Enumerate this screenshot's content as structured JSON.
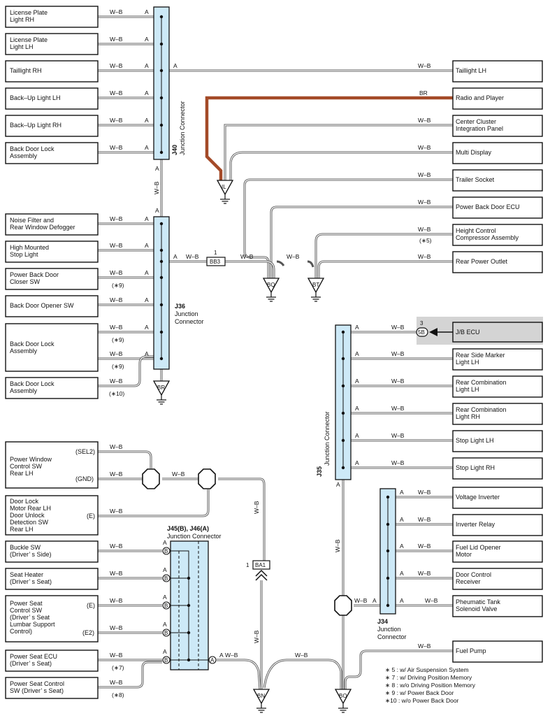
{
  "components": {
    "lp_rh": [
      "License Plate",
      "Light RH"
    ],
    "lp_lh": [
      "License Plate",
      "Light LH"
    ],
    "tail_rh": [
      "Taillight RH"
    ],
    "backup_lh": [
      "Back–Up Light LH"
    ],
    "backup_rh": [
      "Back–Up Light RH"
    ],
    "bdl1": [
      "Back Door Lock",
      "Assembly"
    ],
    "noise": [
      "Noise Filter and",
      "Rear Window Defogger"
    ],
    "hmsl": [
      "High Mounted",
      "Stop Light"
    ],
    "pbd_closer": [
      "Power Back Door",
      "Closer SW"
    ],
    "bd_opener": [
      "Back Door Opener SW"
    ],
    "bdl2": [
      "Back Door Lock",
      "Assembly"
    ],
    "bdl3": [
      "Back Door Lock",
      "Assembly"
    ],
    "pwr_window": [
      "Power Window",
      "Control SW",
      "Rear LH"
    ],
    "door_lock_motor": [
      "Door Lock",
      "Motor Rear LH",
      "Door Unlock",
      "Detection SW",
      "Rear LH"
    ],
    "buckle": [
      "Buckle SW",
      "(Driver’ s Side)"
    ],
    "seat_heater": [
      "Seat Heater",
      "(Driver’ s Seat)"
    ],
    "pseat_ctrl": [
      "Power Seat",
      "Control SW",
      "(Driver’ s Seat",
      " Lumbar Support",
      "Control)"
    ],
    "pseat_ecu": [
      "Power Seat ECU",
      "(Driver’ s Seat)"
    ],
    "pseat_sw": [
      "Power Seat Control",
      "SW (Driver’ s Seat)"
    ],
    "tail_lh": [
      "Taillight LH"
    ],
    "radio": [
      "Radio and Player"
    ],
    "center_cluster": [
      "Center Cluster",
      "Integration Panel"
    ],
    "multi_display": [
      "Multi Display"
    ],
    "trailer": [
      "Trailer Socket"
    ],
    "pbd_ecu": [
      "Power Back Door ECU"
    ],
    "height_ctrl": [
      "Height Control",
      "Compressor Assembly"
    ],
    "rear_outlet": [
      "Rear Power Outlet"
    ],
    "jb_ecu": [
      "J/B ECU"
    ],
    "side_marker": [
      "Rear Side Marker",
      "Light LH"
    ],
    "comb_lh": [
      "Rear Combination",
      "Light LH"
    ],
    "comb_rh": [
      "Rear Combination",
      "Light RH"
    ],
    "stop_lh": [
      "Stop Light LH"
    ],
    "stop_rh": [
      "Stop Light RH"
    ],
    "volt_inv": [
      "Voltage Inverter"
    ],
    "inv_relay": [
      "Inverter Relay"
    ],
    "fuel_lid": [
      "Fuel Lid Opener",
      "Motor"
    ],
    "door_ctrl": [
      "Door Control",
      "Receiver"
    ],
    "pneumatic": [
      "Pheumatic Tank",
      "Solenoid Valve"
    ],
    "fuel_pump": [
      "Fuel Pump"
    ]
  },
  "connectors": {
    "j40": {
      "id": "J40",
      "name": "Junction Connector"
    },
    "j36": {
      "id": "J36",
      "name": "Junction",
      "name2": "Connector"
    },
    "j35": {
      "id": "J35",
      "name": "Junction Connector"
    },
    "j34": {
      "id": "J34",
      "name": "Junction",
      "name2": "Connector"
    },
    "j45": {
      "id": "J45(B), J46(A)",
      "name": "Junction Connector"
    }
  },
  "grounds": [
    "IL",
    "BQ",
    "BT",
    "BR",
    "BN",
    "BO"
  ],
  "splices": {
    "bb3": "BB3",
    "bb3_pin": "1",
    "ba1": "BA1",
    "ba1_pin": "1",
    "s5b": "5B",
    "s5b_pin": "3"
  },
  "wire_colors": {
    "wb": "W–B",
    "br": "BR"
  },
  "pins": {
    "a": "A",
    "b": "B",
    "sel2": "(SEL2)",
    "gnd": "(GND)",
    "e": "(E)",
    "e2": "(E2)"
  },
  "notes_small": {
    "n5": "(∗5)",
    "n7": "(∗7)",
    "n8": "(∗8)",
    "n9": "(∗9)",
    "n10": "(∗10)"
  },
  "legend": [
    "∗ 5 : w/ Air Suspension System",
    "∗ 7 : w/ Driving Position Memory",
    "∗ 8 : w/o Driving Position Memory",
    "∗ 9 : w/ Power Back Door",
    "∗10 : w/o Power Back Door"
  ],
  "colors": {
    "br_wire": "#a44a28",
    "junction_fill": "#cde9f7",
    "jb_ecu_fill": "#d4d4d4"
  }
}
